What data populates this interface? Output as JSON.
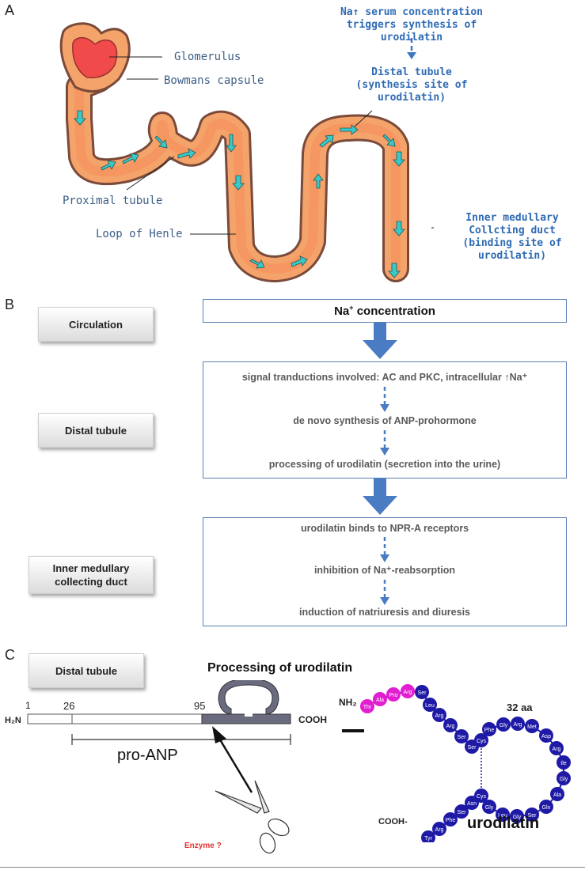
{
  "panels": {
    "a": "A",
    "b": "B",
    "c": "C"
  },
  "panel_a": {
    "glomerulus": "Glomerulus",
    "bowmans_capsule": "Bowmans capsule",
    "proximal_tubule": "Proximal tubule",
    "loop_of_henle": "Loop of Henle",
    "trigger_line1": "Na↑ serum concentration",
    "trigger_line2": "triggers synthesis of urodilatin",
    "distal_line1": "Distal tubule",
    "distal_line2": "(synthesis site of",
    "distal_line3": "urodilatin)",
    "imcd_line1": "Inner medullary",
    "imcd_line2": "Collcting duct",
    "imcd_line3": "(binding site of",
    "imcd_line4": "urodilatin)"
  },
  "panel_b": {
    "labels": {
      "circulation": "Circulation",
      "distal_tubule": "Distal tubule",
      "imcd_line1": "Inner medullary",
      "imcd_line2": "collecting duct"
    },
    "box1": {
      "text": "Na",
      "sup": "+",
      "tail": " concentration"
    },
    "box2": {
      "step1": "signal tranductions involved: AC and PKC, intracellular ↑Na⁺",
      "step2": "de novo synthesis of ANP-prohormone",
      "step3": "processing of urodilatin (secretion into the urine)"
    },
    "box3": {
      "step1": "urodilatin binds  to NPR-A receptors",
      "step2": "inhibition of Na⁺-reabsorption",
      "step3": "induction of natriuresis and diuresis"
    }
  },
  "panel_c": {
    "label": "Distal tubule",
    "title": "Processing of urodilatin",
    "n1": "1",
    "n26": "26",
    "n95": "95",
    "h2n": "H₂N",
    "cooh": "COOH",
    "pro_anp": "pro-ANP",
    "enzyme": "Enzyme ?",
    "nh2": "NH₂",
    "cooh_end": "COOH-",
    "aa32": "32 aa",
    "urodilatin": "urodilatin",
    "residues": [
      "Thr",
      "Ala",
      "Pro",
      "Arg",
      "Ser",
      "Leu",
      "Arg",
      "Arg",
      "Ser",
      "Ser",
      "Cys",
      "Phe",
      "Gly",
      "Arg",
      "Met",
      "Asp",
      "Arg",
      "Ile",
      "Gly",
      "Ala",
      "Gln",
      "Ser",
      "Gly",
      "Leu",
      "Gly",
      "Cys",
      "Asn",
      "Ser",
      "Phe",
      "Arg",
      "Tyr"
    ],
    "colors": {
      "magenta": "#e21fd0",
      "navy": "#1f1aa6"
    }
  }
}
